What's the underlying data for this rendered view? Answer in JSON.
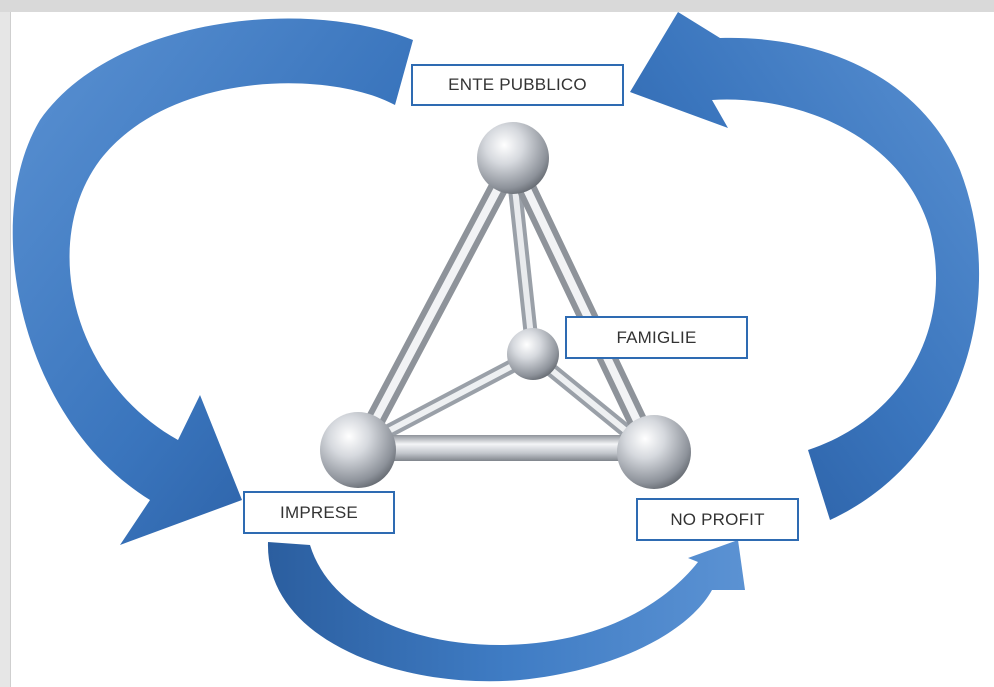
{
  "labels": {
    "ente": "ENTE PUBBLICO",
    "famiglie": "FAMIGLIE",
    "imprese": "IMPRESE",
    "noprofit": "NO PROFIT"
  },
  "colors": {
    "arrow": "#3a75bd",
    "arrow_dark": "#25579a",
    "box_border": "#2e6bb2",
    "sphere": "#c9ccd2"
  }
}
